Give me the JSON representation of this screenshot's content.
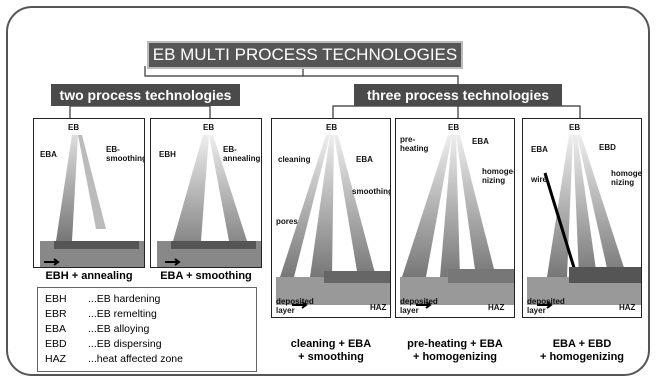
{
  "title": "EB MULTI PROCESS TECHNOLOGIES",
  "groups": {
    "two": "two process technologies",
    "three": "three process technologies"
  },
  "panels": [
    {
      "eb": "EB",
      "l1": "EBA",
      "l2": "EB-\nsmoothing",
      "caption": "EBH + annealing"
    },
    {
      "eb": "EB",
      "l1": "EBH",
      "l2": "EB-\nannealing",
      "caption": "EBA + smoothing"
    },
    {
      "eb": "EB",
      "l1": "cleaning",
      "l2": "EBA",
      "l3": "smoothing",
      "l4": "pores",
      "dep": "deposited\nlayer",
      "haz": "HAZ",
      "caption": "cleaning + EBA\n+ smoothing"
    },
    {
      "eb": "EB",
      "l1": "pre-\nheating",
      "l2": "EBA",
      "l3": "homoge-\nnizing",
      "dep": "deposited\nlayer",
      "haz": "HAZ",
      "caption": "pre-heating + EBA\n+ homogenizing"
    },
    {
      "eb": "EB",
      "l1": "EBA",
      "l2": "EBD",
      "l3": "homoge-\nnizing",
      "l4": "wire",
      "dep": "deposited\nlayer",
      "haz": "HAZ",
      "caption": "EBA + EBD\n+ homogenizing"
    }
  ],
  "legend": [
    {
      "abbr": "EBH",
      "def": "...EB hardening"
    },
    {
      "abbr": "EBR",
      "def": "...EB remelting"
    },
    {
      "abbr": "EBA",
      "def": "...EB alloying"
    },
    {
      "abbr": "EBD",
      "def": "...EB dispersing"
    },
    {
      "abbr": "HAZ",
      "def": "...heat affected zone"
    }
  ]
}
